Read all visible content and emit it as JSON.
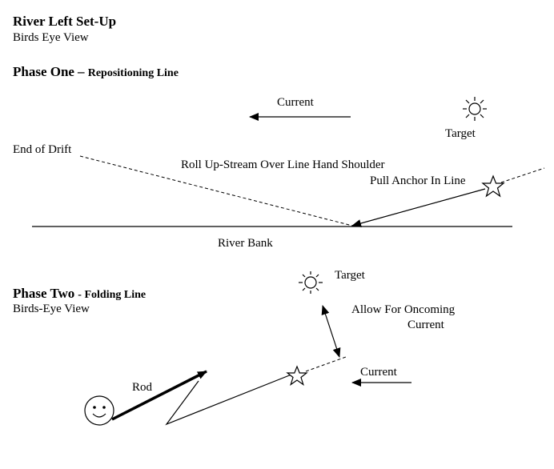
{
  "header": {
    "title": "River Left Set-Up",
    "subtitle": "Birds Eye View"
  },
  "phase_one": {
    "title_main": "Phase One",
    "title_sep": "– ",
    "title_sub": "Repositioning Line",
    "current_label": "Current",
    "target_label": "Target",
    "end_of_drift_label": "End of Drift",
    "roll_label": "Roll Up-Stream Over Line Hand Shoulder",
    "pull_anchor_label": "Pull Anchor In Line",
    "river_bank_label": "River Bank"
  },
  "phase_two": {
    "title_main": "Phase Two",
    "title_sep": "- ",
    "title_sub": "Folding Line",
    "subtitle": "Birds-Eye View",
    "target_label": "Target",
    "allow_label_line1": "Allow For Oncoming",
    "allow_label_line2": "Current",
    "current_label": "Current",
    "rod_label": "Rod"
  },
  "icons": {
    "sun_icon": "sun-icon",
    "star_icon": "star-icon",
    "smiley_icon": "smiley-face-icon"
  },
  "colors": {
    "ink": "#000000",
    "background": "#ffffff"
  }
}
